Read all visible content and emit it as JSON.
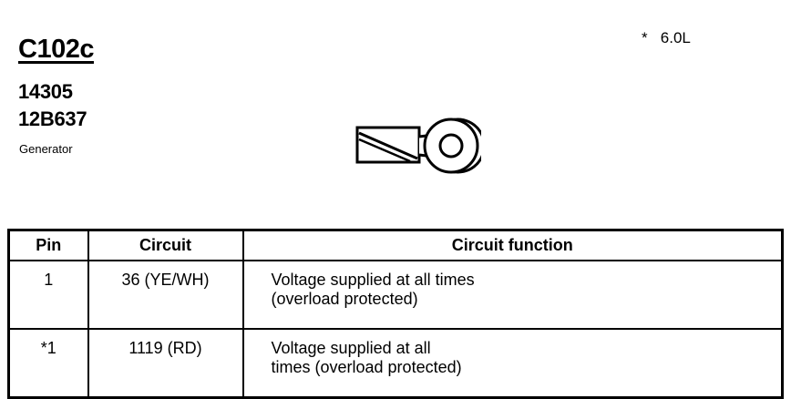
{
  "connector": {
    "id": "C102c",
    "part_numbers": [
      "14305",
      "12B637"
    ],
    "component": "Generator",
    "footnote": "*   6.0L"
  },
  "table": {
    "headers": [
      "Pin",
      "Circuit",
      "Circuit function"
    ],
    "rows": [
      {
        "pin": "1",
        "circuit": "36 (YE/WH)",
        "function_lines": [
          "Voltage supplied at all times",
          "(overload protected)"
        ]
      },
      {
        "pin": "*1",
        "circuit": "1119 (RD)",
        "function_lines": [
          "Voltage supplied at all",
          "times (overload protected)"
        ]
      }
    ]
  }
}
